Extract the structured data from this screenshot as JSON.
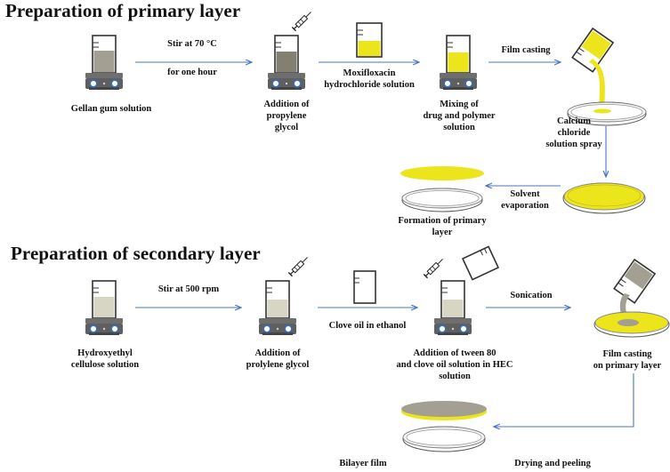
{
  "primary": {
    "title": "Preparation of primary layer",
    "gellan": "Gellan gum solution",
    "stir_top": "Stir at 70 °C",
    "stir_bottom": "for one hour",
    "propylene": [
      "Addition of",
      "propylene",
      "glycol"
    ],
    "moxi": [
      "Moxifloxacin",
      "hydrochloride solution"
    ],
    "mixing": [
      "Mixing of",
      "drug and polymer",
      "solution"
    ],
    "film_casting": "Film casting",
    "spray": [
      "Calcium",
      "chloride",
      "solution spray"
    ],
    "evaporation": [
      "Solvent",
      "evaporation"
    ],
    "formation": [
      "Formation of primary",
      "layer"
    ]
  },
  "secondary": {
    "title": "Preparation of secondary layer",
    "hec": [
      "Hydroxyethyl",
      "cellulose solution"
    ],
    "stir": "Stir at 500 rpm",
    "prolylene": [
      "Addition of",
      "prolylene glycol"
    ],
    "clove": "Clove oil in ethanol",
    "tween": [
      "Addition of tween 80",
      "and clove oil solution in HEC",
      "solution"
    ],
    "sonication": "Sonication",
    "casting": [
      "Film casting",
      "on primary layer"
    ],
    "drying": "Drying and peeling",
    "bilayer": "Bilayer film"
  },
  "colors": {
    "arrow": "#4a76c4",
    "yellow": "#ece51c",
    "gray_liquid": "#a39f93",
    "dark_gray": "#848071",
    "beige": "#d7d5c4"
  }
}
